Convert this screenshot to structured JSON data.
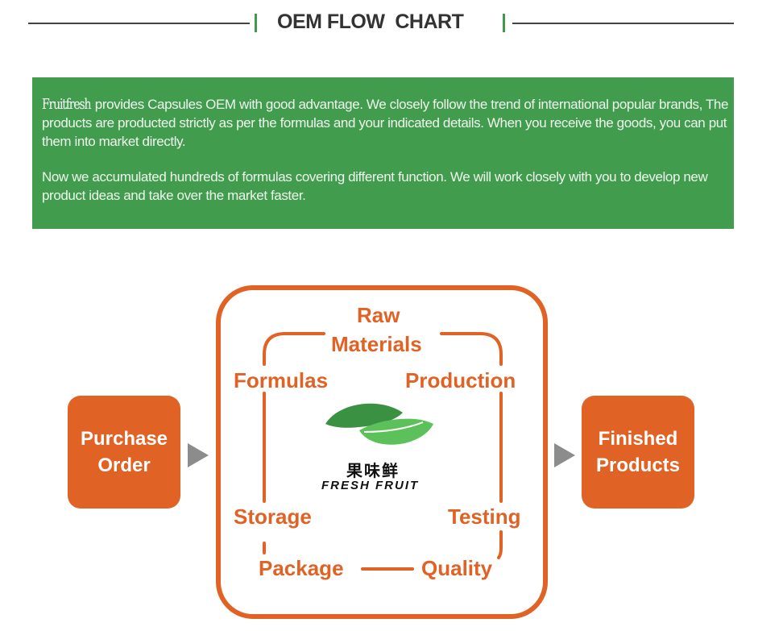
{
  "header": {
    "title": "OEM FLOW  CHART"
  },
  "intro": {
    "brand": "Fruitfresh",
    "paragraph1_rest": " provides Capsules OEM with good advantage. We closely follow the trend of international popular brands, The products are producted strictly as per the formulas and your indicated details. When you receive the goods, you can put them into market directly.",
    "paragraph2": "Now we accumulated hundreds of formulas covering different function. We will work closely with you to develop new product ideas and take over the market faster."
  },
  "flow": {
    "start": {
      "line1": "Purchase",
      "line2": "Order"
    },
    "end": {
      "line1": "Finished",
      "line2": "Products"
    },
    "cycle_steps": {
      "raw_materials_line1": "Raw",
      "raw_materials_line2": "Materials",
      "production": "Production",
      "testing": "Testing",
      "quality": "Quality",
      "package": "Package",
      "storage": "Storage",
      "formulas": "Formulas"
    }
  },
  "logo": {
    "chinese": "果味鲜",
    "english": "FRESH FRUIT"
  },
  "colors": {
    "accent_orange": "#e06224",
    "banner_green": "#429c4e",
    "arrow_gray": "#8c8c8c"
  }
}
